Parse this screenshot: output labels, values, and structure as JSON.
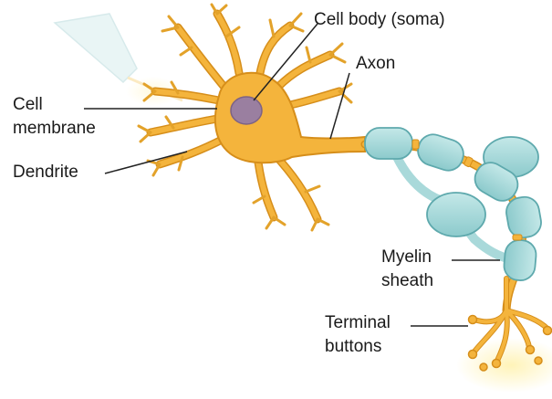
{
  "labels": {
    "cell_body": "Cell body (soma)",
    "axon": "Axon",
    "cell_membrane_line1": "Cell",
    "cell_membrane_line2": "membrane",
    "dendrite": "Dendrite",
    "myelin_line1": "Myelin",
    "myelin_line2": "sheath",
    "terminal_line1": "Terminal",
    "terminal_line2": "buttons"
  },
  "colors": {
    "neuron_fill": "#f4b43c",
    "neuron_stroke": "#d68e1a",
    "nucleus": "#9a7fa0",
    "myelin_fill": "#a9d9da",
    "myelin_stroke": "#5ea9ad",
    "leader_line": "#222222"
  }
}
